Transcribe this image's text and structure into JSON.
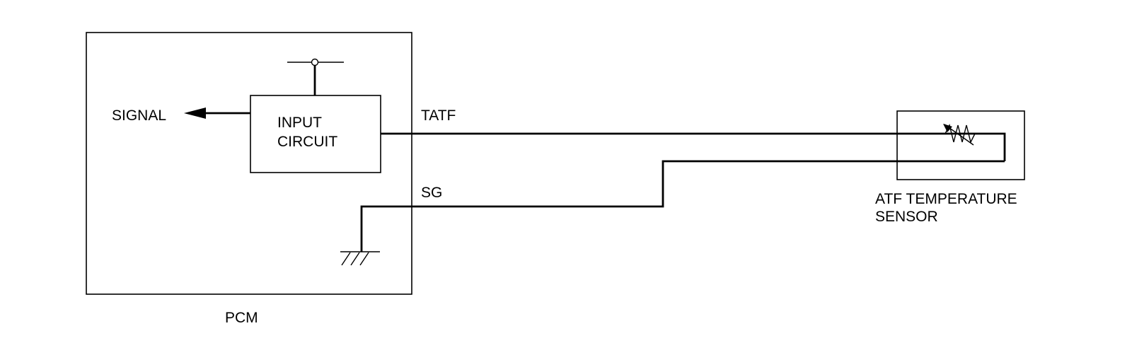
{
  "diagram": {
    "pcm_label": "PCM",
    "input_circuit": {
      "line1": "INPUT",
      "line2": "CIRCUIT"
    },
    "signal_label": "SIGNAL",
    "wire_tatf_label": "TATF",
    "wire_sg_label": "SG",
    "sensor_label": {
      "line1": "ATF TEMPERATURE",
      "line2": "SENSOR"
    }
  }
}
